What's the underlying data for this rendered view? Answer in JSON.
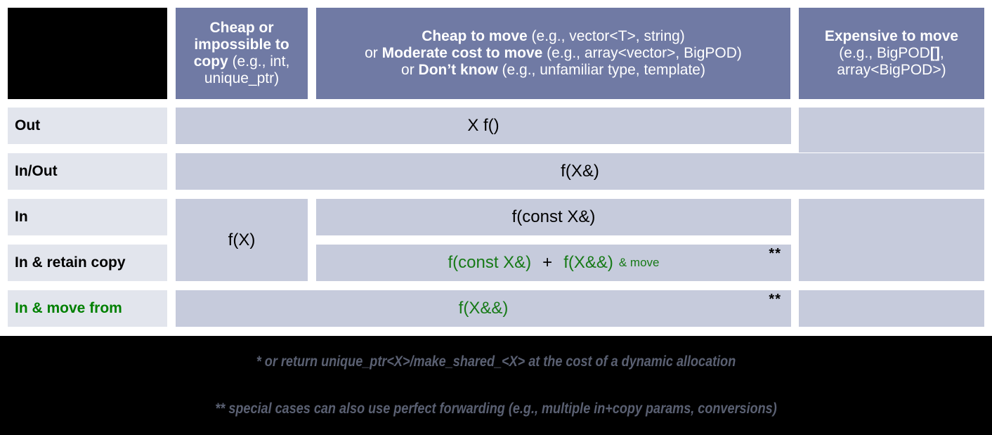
{
  "title": "C++ parameter passing / return guidelines table",
  "colors": {
    "header_bg": "#707AA4",
    "header_fg": "#ffffff",
    "rowlabel_bg": "#E2E5ED",
    "cell_bg": "#C6CBDC",
    "accent_green": "#008000",
    "footnote_fg": "#5A6072",
    "page_bg": "#000000"
  },
  "columns": {
    "corner": "",
    "cheap_copy": {
      "line1_bold": "Cheap or",
      "line2_bold": "impossible to",
      "line3_bold": "copy",
      "line3_rest": " (e.g., int,",
      "line4_rest": "unique_ptr)"
    },
    "cheap_move": {
      "l1_bold": "Cheap to move",
      "l1_rest": " (e.g., vector<T>, string)",
      "l2_pre": "or ",
      "l2_bold": "Moderate cost to move",
      "l2_rest": " (e.g., array<vector>, BigPOD)",
      "l3_pre": "or ",
      "l3_bold": "Don’t know",
      "l3_rest": " (e.g., unfamiliar type, template)"
    },
    "expensive_move": {
      "l1_bold": "Expensive to move",
      "l2": "(e.g., BigPOD",
      "l2_bold": "[]",
      "l2_end": ",",
      "l3": "array<BigPOD>)"
    }
  },
  "rows": [
    {
      "label": "Out",
      "label_green": false,
      "col1": "",
      "col2": "X f()",
      "col2_green": false,
      "col3": "",
      "stars": ""
    },
    {
      "label": "In/Out",
      "label_green": false,
      "col1": "",
      "col2": "f(X&)",
      "col2_green": false,
      "col3": "",
      "stars": ""
    },
    {
      "label": "In",
      "label_green": false,
      "col1": "f(X)",
      "col2": "f(const X&)",
      "col2_green": false,
      "col3": "",
      "stars": ""
    },
    {
      "label": "In & retain copy",
      "label_green": false,
      "col1": "",
      "col2_a": "f(const X&)",
      "col2_plus": "+",
      "col2_b": "f(X&&)",
      "col2_b_small": "& move",
      "col2_green": true,
      "col3": "",
      "stars": "**"
    },
    {
      "label": "In & move from",
      "label_green": true,
      "col1": "",
      "col2": "f(X&&)",
      "col2_green": true,
      "col3": "",
      "stars": "**"
    }
  ],
  "footnotes": [
    "* or return unique_ptr<X>/make_shared_<X> at the cost of a dynamic allocation",
    "** special cases can also use perfect forwarding (e.g., multiple in+copy params, conversions)"
  ]
}
